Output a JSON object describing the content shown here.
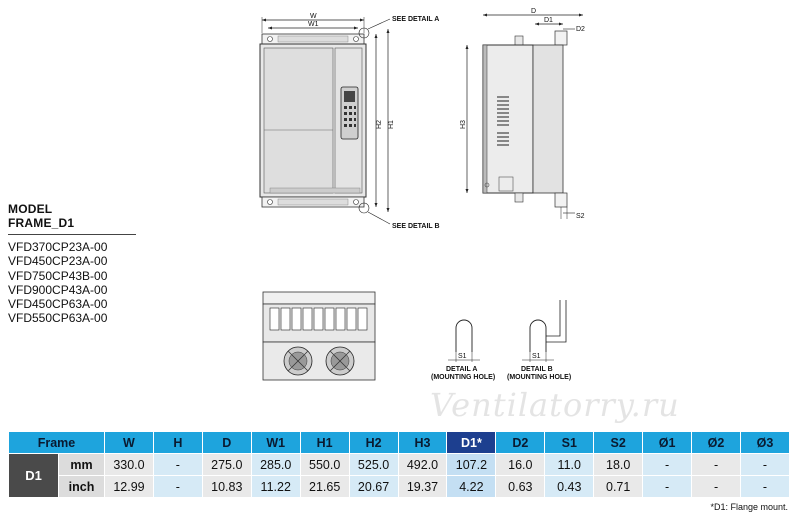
{
  "drawing_labels": {
    "w": "W",
    "w1": "W1",
    "h1": "H1",
    "h2": "H2",
    "h3": "H3",
    "d": "D",
    "d1": "D1",
    "d2": "D2",
    "s2": "S2",
    "s1": "S1",
    "see_detail_a": "SEE DETAIL A",
    "see_detail_b": "SEE DETAIL B",
    "detail_a_title": "DETAIL A",
    "detail_a_sub": "(MOUNTING HOLE)",
    "detail_b_title": "DETAIL B",
    "detail_b_sub": "(MOUNTING HOLE)"
  },
  "model": {
    "heading": "MODEL",
    "frame": "FRAME_D1",
    "items": [
      "VFD370CP23A-00",
      "VFD450CP23A-00",
      "VFD750CP43B-00",
      "VFD900CP43A-00",
      "VFD450CP63A-00",
      "VFD550CP63A-00"
    ]
  },
  "watermark": "Ventilatorry.ru",
  "table": {
    "headers": [
      "Frame",
      "W",
      "H",
      "D",
      "W1",
      "H1",
      "H2",
      "H3",
      "D1*",
      "D2",
      "S1",
      "S2",
      "Ø1",
      "Ø2",
      "Ø3"
    ],
    "frame_name": "D1",
    "rows": [
      {
        "unit": "mm",
        "values": [
          "330.0",
          "-",
          "275.0",
          "285.0",
          "550.0",
          "525.0",
          "492.0",
          "107.2",
          "16.0",
          "11.0",
          "18.0",
          "-",
          "-",
          "-"
        ]
      },
      {
        "unit": "inch",
        "values": [
          "12.99",
          "-",
          "10.83",
          "11.22",
          "21.65",
          "20.67",
          "19.37",
          "4.22",
          "0.63",
          "0.43",
          "0.71",
          "-",
          "-",
          "-"
        ]
      }
    ]
  },
  "footnote": "*D1: Flange mount.",
  "colors": {
    "header_bg": "#1ea4dd",
    "header_highlight_bg": "#1d3f8f",
    "frame_cell_bg": "#4a4a4a",
    "cell_bg": "#e9e9e9",
    "cell_alt_bg": "#d6eaf6"
  }
}
